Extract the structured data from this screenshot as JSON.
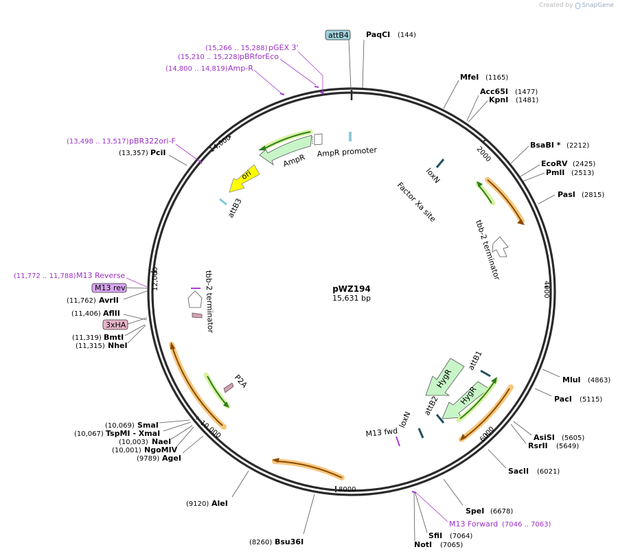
{
  "header": {
    "created_by": "Created by",
    "brand": "SnapGene"
  },
  "plasmid": {
    "name": "pWZ194",
    "size": "15,631 bp",
    "length": 15631
  },
  "ticks": [
    "2000",
    "4000",
    "6000",
    "8000",
    "10,000",
    "12,000",
    "14,000"
  ],
  "sites": [
    {
      "name": "PaqCI",
      "pos": "(144)"
    },
    {
      "name": "MfeI",
      "pos": "(1165)"
    },
    {
      "name": "Acc65I",
      "pos": "(1477)"
    },
    {
      "name": "KpnI",
      "pos": "(1481)"
    },
    {
      "name": "BsaBI *",
      "pos": "(2212)"
    },
    {
      "name": "EcoRV",
      "pos": "(2425)"
    },
    {
      "name": "PmlI",
      "pos": "(2513)"
    },
    {
      "name": "PasI",
      "pos": "(2815)"
    },
    {
      "name": "MluI",
      "pos": "(4863)"
    },
    {
      "name": "PacI",
      "pos": "(5115)"
    },
    {
      "name": "AsiSI",
      "pos": "(5605)"
    },
    {
      "name": "RsrII",
      "pos": "(5649)"
    },
    {
      "name": "SacII",
      "pos": "(6021)"
    },
    {
      "name": "SpeI",
      "pos": "(6678)"
    },
    {
      "name": "SfiI",
      "pos": "(7064)"
    },
    {
      "name": "NotI",
      "pos": "(7065)"
    },
    {
      "name": "Bsu36I",
      "pos": "(8260)"
    },
    {
      "name": "AleI",
      "pos": "(9120)"
    },
    {
      "name": "AgeI",
      "pos": "(9789)"
    },
    {
      "name": "NgoMIV",
      "pos": "(10,001)"
    },
    {
      "name": "NaeI",
      "pos": "(10,003)"
    },
    {
      "name": "TspMI  - XmaI",
      "pos": "(10,067)"
    },
    {
      "name": "SmaI",
      "pos": "(10,069)"
    },
    {
      "name": "NheI",
      "pos": "(11,315)"
    },
    {
      "name": "BmtI",
      "pos": "(11,319)"
    },
    {
      "name": "AflII",
      "pos": "(11,406)"
    },
    {
      "name": "AvrII",
      "pos": "(11,762)"
    },
    {
      "name": "PciI",
      "pos": "(13,357)"
    }
  ],
  "primers": [
    {
      "name": "pGEX 3'",
      "pos": "(15,266 .. 15,288)"
    },
    {
      "name": "pBRforEco",
      "pos": "(15,210 .. 15,228)"
    },
    {
      "name": "Amp-R",
      "pos": "(14,800 .. 14,819)"
    },
    {
      "name": "pBR322ori-F",
      "pos": "(13,498 .. 13,517)"
    },
    {
      "name": "M13 Reverse",
      "pos": "(11,772 .. 11,788)"
    },
    {
      "name": "M13 Forward",
      "pos": "(7046 .. 7063)"
    }
  ],
  "boxed_features": [
    {
      "name": "attB4",
      "color": "#9fd0dc"
    },
    {
      "name": "M13 rev",
      "color": "#d9a5f0"
    },
    {
      "name": "3xHA",
      "color": "#e6b4c8"
    }
  ],
  "features": {
    "ampr_promoter": "AmpR promoter",
    "ampr": "AmpR",
    "ori": "ori",
    "attb3": "attB3",
    "loxn_top": "loxN",
    "factor_xa": "Factor Xa site",
    "tbb2_right": "tbb-2 terminator",
    "tbb2_left": "tbb-2 terminator",
    "hygr_outer": "HygR",
    "hygr_inner": "HygR",
    "attb1": "attB1",
    "attb2": "attB2",
    "loxn_bottom": "loxN",
    "m13_fwd": "M13 fwd",
    "p2a": "P2A"
  },
  "colors": {
    "backbone": "#2a2a2a",
    "orf_orange": "#f5c77e",
    "orf_green_halo": "#d9f2a0",
    "arrow_green": "#2e7d1f",
    "arrow_brown": "#8a4a00",
    "ampr_fill": "#c8f5c8",
    "ori_fill": "#ffff00",
    "primer_purple": "#a83ad0"
  }
}
